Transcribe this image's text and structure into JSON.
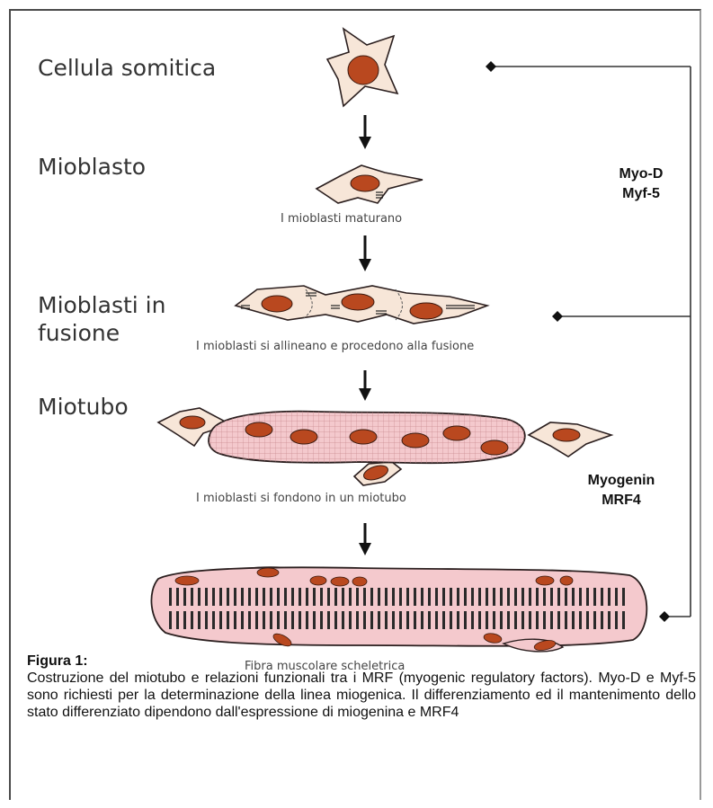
{
  "stages": [
    {
      "id": "somitic",
      "label": "Cellula somitica"
    },
    {
      "id": "myoblast",
      "label": "Mioblasto"
    },
    {
      "id": "fusion",
      "label": "Mioblasti in fusione"
    },
    {
      "id": "myotube",
      "label": "Miotubo"
    }
  ],
  "captions": {
    "mature": "I mioblasti maturano",
    "align": "I mioblasti si allineano e procedono alla fusione",
    "fuse": "I mioblasti si fondono in un miotubo",
    "fiber": "Fibra muscolare scheletrica"
  },
  "factors": {
    "early_1": "Myo-D",
    "early_2": "Myf-5",
    "late_1": "Myogenin",
    "late_2": "MRF4"
  },
  "figure": {
    "title": "Figura 1:",
    "body": "Costruzione del miotubo e relazioni funzionali tra i MRF (myogenic regulatory factors). Myo-D e Myf-5 sono richiesti per la determinazione della linea miogenica. Il differenziamento ed il mantenimento dello stato differenziato dipendono dall'espressione di miogenina e MRF4"
  },
  "colors": {
    "cell_fill": "#f7e6d8",
    "nucleus": "#b9481f",
    "tube_fill": "#f4c9cd",
    "outline": "#2b1f1f",
    "stripe": "#2a2a2a"
  }
}
